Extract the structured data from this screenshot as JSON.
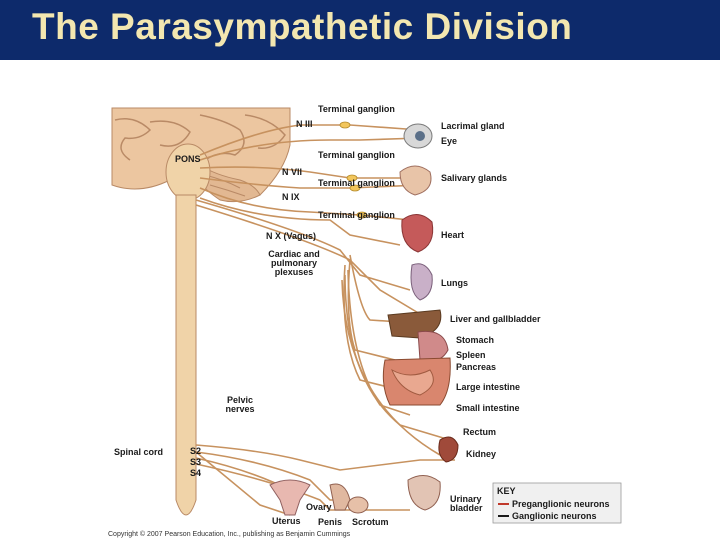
{
  "slide": {
    "title": "The Parasympathetic Division"
  },
  "labels": {
    "terminal_ganglion_1": "Terminal ganglion",
    "terminal_ganglion_2": "Terminal ganglion",
    "terminal_ganglion_3": "Terminal ganglion",
    "terminal_ganglion_4": "Terminal ganglion",
    "n3": "N III",
    "n7": "N VII",
    "n9": "N IX",
    "n10": "N X (Vagus)",
    "pons": "PONS",
    "cardiac_1": "Cardiac and",
    "cardiac_2": "pulmonary",
    "cardiac_3": "plexuses",
    "pelvic_1": "Pelvic",
    "pelvic_2": "nerves",
    "spinal_cord": "Spinal cord",
    "s2": "S2",
    "s3": "S3",
    "s4": "S4",
    "lacrimal": "Lacrimal gland",
    "eye": "Eye",
    "salivary": "Salivary glands",
    "heart": "Heart",
    "lungs": "Lungs",
    "liver": "Liver and gallbladder",
    "stomach": "Stomach",
    "spleen": "Spleen",
    "pancreas": "Pancreas",
    "large_intestine": "Large intestine",
    "small_intestine": "Small intestine",
    "rectum": "Rectum",
    "kidney": "Kidney",
    "urinary_1": "Urinary",
    "urinary_2": "bladder",
    "ovary": "Ovary",
    "uterus": "Uterus",
    "penis": "Penis",
    "scrotum": "Scrotum"
  },
  "key": {
    "title": "KEY",
    "preganglionic": "Preganglionic neurons",
    "ganglionic": "Ganglionic neurons",
    "preganglionic_color": "#c0392b",
    "ganglionic_color": "#1a1a1a"
  },
  "copyright": "Copyright © 2007 Pearson Education, Inc., publishing as Benjamin Cummings",
  "colors": {
    "title_bg": "#0d2a6b",
    "title_text": "#f3e7b0",
    "nerve": "#c7925f",
    "spine": "#f0d3a8"
  }
}
